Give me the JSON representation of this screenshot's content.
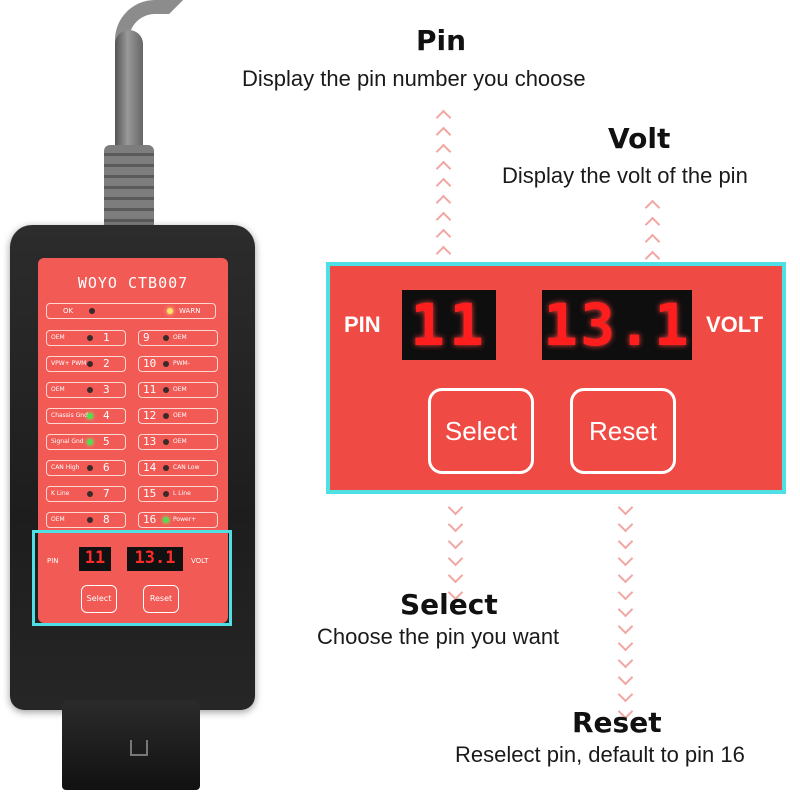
{
  "captions": {
    "pin": {
      "title": "Pin",
      "desc": "Display the pin number you choose"
    },
    "volt": {
      "title": "Volt",
      "desc": "Display the volt of the pin"
    },
    "select": {
      "title": "Select",
      "desc": "Choose the pin you want"
    },
    "reset": {
      "title": "Reset",
      "desc": "Reselect pin, default to pin 16"
    }
  },
  "zoom_panel": {
    "pin_label": "PIN",
    "pin_display": "11",
    "volt_display": "13.1",
    "volt_label": "VOLT",
    "select_button": "Select",
    "reset_button": "Reset"
  },
  "device": {
    "brand": "WOYO CTB007",
    "ok_label": "OK",
    "warn_label": "WARN",
    "left_pins": [
      {
        "label": "OEM",
        "num": "1"
      },
      {
        "label": "VPW+ PWM+",
        "num": "2"
      },
      {
        "label": "OEM",
        "num": "3"
      },
      {
        "label": "Chassis Gnd",
        "num": "4"
      },
      {
        "label": "Signal Gnd",
        "num": "5"
      },
      {
        "label": "CAN High",
        "num": "6"
      },
      {
        "label": "K Line",
        "num": "7"
      },
      {
        "label": "OEM",
        "num": "8"
      }
    ],
    "right_pins": [
      {
        "label": "OEM",
        "num": "9"
      },
      {
        "label": "PWM-",
        "num": "10"
      },
      {
        "label": "OEM",
        "num": "11"
      },
      {
        "label": "OEM",
        "num": "12"
      },
      {
        "label": "OEM",
        "num": "13"
      },
      {
        "label": "CAN Low",
        "num": "14"
      },
      {
        "label": "L Line",
        "num": "15"
      },
      {
        "label": "Power+",
        "num": "16"
      }
    ],
    "small_pin_label": "PIN",
    "small_pin_display": "11",
    "small_volt_display": "13.1",
    "small_volt_label": "VOLT",
    "small_select": "Select",
    "small_reset": "Reset"
  },
  "colors": {
    "panel_red": "#f04a44",
    "highlight_cyan": "#4fe0e6",
    "segment_red": "#ff1e1e"
  }
}
